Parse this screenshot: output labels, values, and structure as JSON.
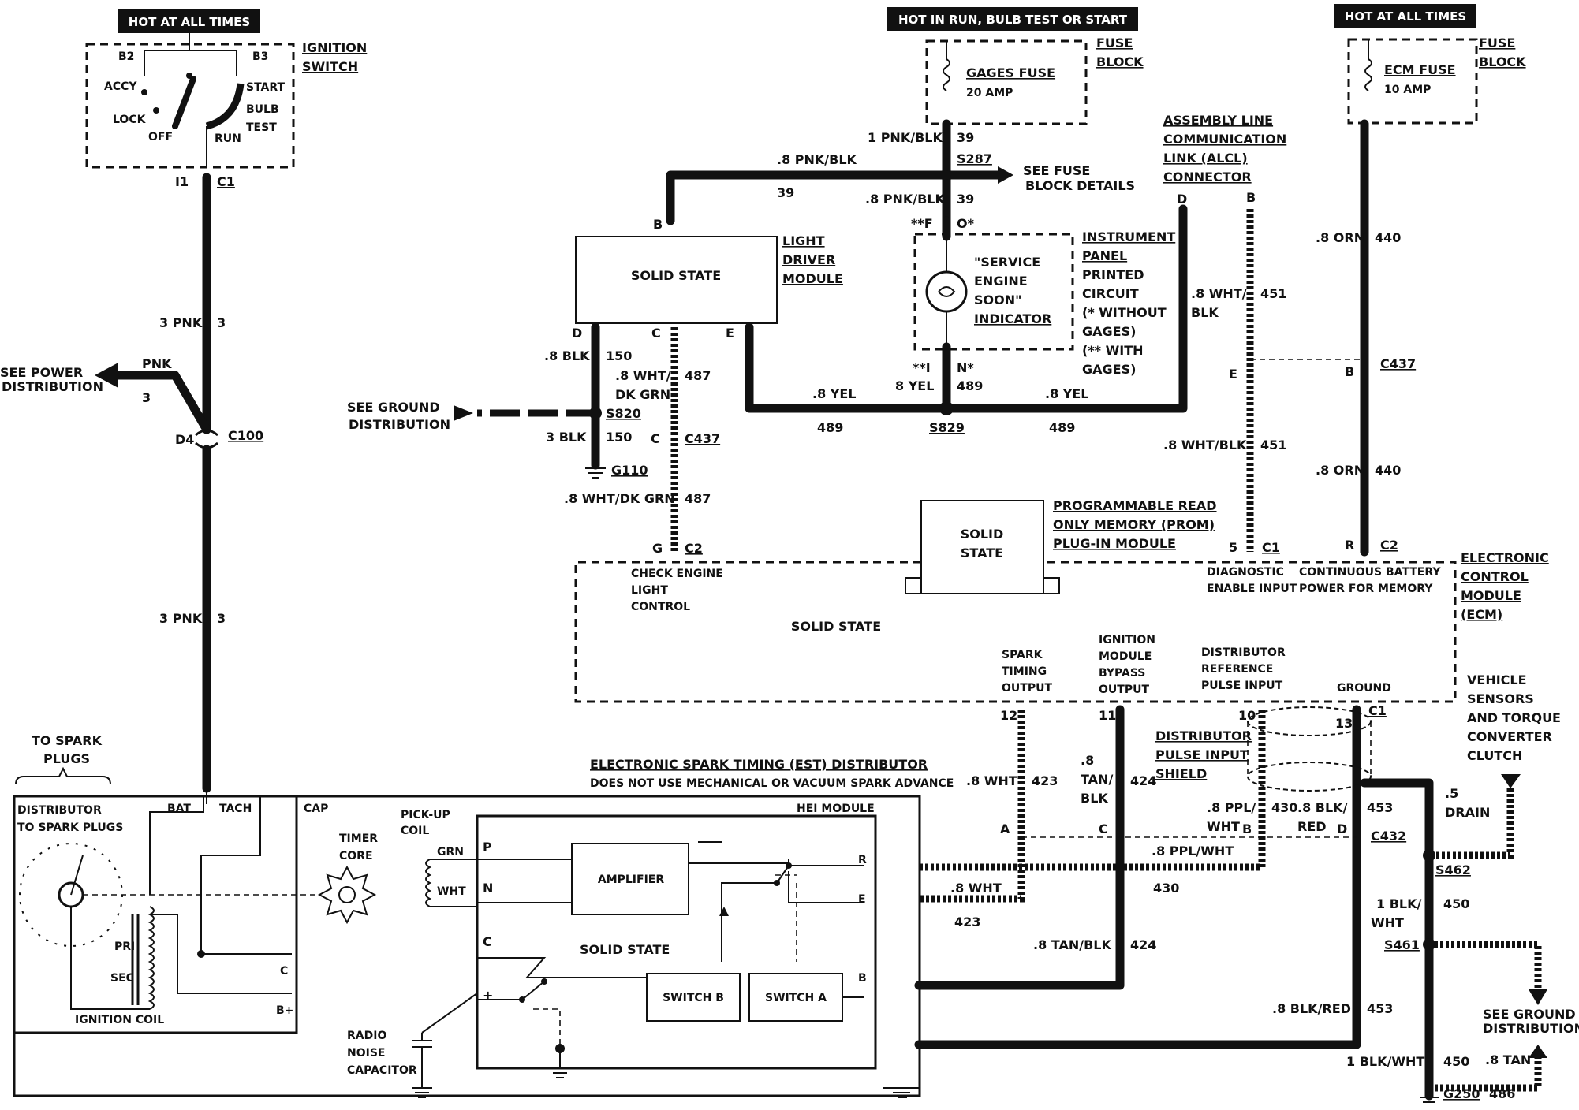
{
  "banners": {
    "hot_left": "HOT AT ALL TIMES",
    "hot_run": "HOT IN RUN, BULB TEST OR START",
    "hot_right": "HOT AT ALL TIMES"
  },
  "ignition_switch": {
    "title_1": "IGNITION",
    "title_2": "SWITCH",
    "b2": "B2",
    "b3": "B3",
    "accy": "ACCY",
    "lock": "LOCK",
    "off": "OFF",
    "run": "RUN",
    "start": "START",
    "bulb": "BULB",
    "test": "TEST",
    "pin_i1": "I1",
    "conn_c1": "C1"
  },
  "fuses": {
    "gages_name": "GAGES FUSE",
    "gages_amp": "20 AMP",
    "ecm_name": "ECM FUSE",
    "ecm_amp": "10 AMP",
    "block_1": "FUSE",
    "block_2": "BLOCK"
  },
  "wires": {
    "pnk3_a": "3 PNK",
    "num3_a": "3",
    "pnk": "PNK",
    "num3_b": "3",
    "see_power_1": "SEE POWER",
    "see_power_2": "DISTRIBUTION",
    "d4": "D4",
    "c100": "C100",
    "pnk3_b": "3 PNK",
    "num3_c": "3",
    "pnkblk_1": "1 PNK/BLK",
    "n39_a": "39",
    "s287": "S287",
    "see_fuse_1": "SEE FUSE",
    "see_fuse_2": "BLOCK DETAILS",
    "pnkblk_8a": ".8 PNK/BLK",
    "n39_b": "39",
    "pnkblk_8b": ".8 PNK/BLK",
    "n39_c": "39",
    "f_pin": "**F",
    "o_pin": "O*",
    "i_pin": "**I",
    "n_pin": "N*",
    "yel8_a": "8 YEL",
    "n489_a": "489",
    "s829": "S829",
    "yel_b": ".8 YEL",
    "n489_b": "489",
    "yel_c": ".8 YEL",
    "n489_c": "489",
    "blk8": ".8 BLK",
    "n150_a": "150",
    "see_ground_1": "SEE GROUND",
    "see_ground_2": "DISTRIBUTION",
    "s820": "S820",
    "blk3": "3 BLK",
    "n150_b": "150",
    "g110": "G110",
    "whtdk_1": ".8 WHT/",
    "whtdk_2": "DK GRN",
    "n487_a": "487",
    "c_pin_a": "C",
    "c437_a": "C437",
    "whtdk_full": ".8 WHT/DK GRN",
    "n487_b": "487",
    "g_pin": "G",
    "c2_a": "C2",
    "pin_b_ldm": "B",
    "pin_d_ldm": "D",
    "pin_c_ldm": "C",
    "pin_e_ldm": "E",
    "aldl_pin_d": "D",
    "aldl_pin_b": "B",
    "whtblk_1": ".8 WHT/",
    "whtblk_2": "BLK",
    "n451_a": "451",
    "e_pin_aldl": "E",
    "whtblk_full": ".8 WHT/BLK",
    "n451_b": "451",
    "pin5": "5",
    "c1_ecm_a": "C1",
    "orn_a": ".8 ORN",
    "n440_a": "440",
    "b_pin_ecm": "B",
    "c437_b": "C437",
    "orn_b": ".8 ORN",
    "n440_b": "440",
    "r_pin": "R",
    "c2_b": "C2",
    "pin12": "12",
    "pin11": "11",
    "pin10": "10",
    "pin13": "13",
    "c1_ecm_b": "C1",
    "wht_a": ".8 WHT",
    "n423_a": "423",
    "tan_1": ".8",
    "tan_2": "TAN/",
    "tan_3": "BLK",
    "n424_a": "424",
    "ppl_1": ".8 PPL/",
    "ppl_2": "WHT",
    "n430_a": "430",
    "blkred_1": ".8 BLK/",
    "blkred_2": "RED",
    "n453_a": "453",
    "pin_a": "A",
    "pin_c2": "C",
    "pin_b2": "B",
    "pin_d2": "D",
    "c432": "C432",
    "pplwht": ".8 PPL/WHT",
    "n430_b": "430",
    "wht_b": ".8 WHT",
    "n423_b": "423",
    "tanblk": ".8 TAN/BLK",
    "n424_b": "424",
    "blkred": ".8 BLK/RED",
    "n453_b": "453",
    "drain_1": ".5",
    "drain_2": "DRAIN",
    "s462": "S462",
    "blkwht_1a": "1 BLK/",
    "blkwht_1b": "WHT",
    "n450_a": "450",
    "s461": "S461",
    "see_ground_b1": "SEE GROUND",
    "see_ground_b2": "DISTRIBUTION",
    "blkwht_full": "1 BLK/WHT",
    "n450_b": "450",
    "tan8": ".8 TAN",
    "g250": "G250",
    "n486": "486"
  },
  "ldm": {
    "body": "SOLID STATE",
    "title_1": "LIGHT",
    "title_2": "DRIVER",
    "title_3": "MODULE"
  },
  "indicator": {
    "line1": "\"SERVICE",
    "line2": "ENGINE",
    "line3": "SOON\"",
    "line4": "INDICATOR",
    "panel_1": "INSTRUMENT",
    "panel_2": "PANEL",
    "panel_3": "PRINTED",
    "panel_4": "CIRCUIT",
    "panel_5": "(* WITHOUT",
    "panel_6": "GAGES)",
    "panel_7": "(** WITH",
    "panel_8": "GAGES)"
  },
  "aldl": {
    "t1": "ASSEMBLY LINE",
    "t2": "COMMUNICATION",
    "t3": "LINK (ALCL)",
    "t4": "CONNECTOR"
  },
  "prom": {
    "body_1": "SOLID",
    "body_2": "STATE",
    "t1": "PROGRAMMABLE READ",
    "t2": "ONLY MEMORY (PROM)",
    "t3": "PLUG-IN MODULE"
  },
  "ecm": {
    "body": "SOLID STATE",
    "title_1": "ELECTRONIC",
    "title_2": "CONTROL",
    "title_3": "MODULE",
    "title_4": "(ECM)",
    "check_1": "CHECK ENGINE",
    "check_2": "LIGHT",
    "check_3": "CONTROL",
    "diag_1": "DIAGNOSTIC",
    "diag_2": "ENABLE INPUT",
    "cont_1": "CONTINUOUS BATTERY",
    "cont_2": "POWER FOR MEMORY",
    "spark_1": "SPARK",
    "spark_2": "TIMING",
    "spark_3": "OUTPUT",
    "ign_1": "IGNITION",
    "ign_2": "MODULE",
    "ign_3": "BYPASS",
    "ign_4": "OUTPUT",
    "dist_1": "DISTRIBUTOR",
    "dist_2": "REFERENCE",
    "dist_3": "PULSE INPUT",
    "ground": "GROUND",
    "vs_1": "VEHICLE",
    "vs_2": "SENSORS",
    "vs_3": "AND TORQUE",
    "vs_4": "CONVERTER",
    "vs_5": "CLUTCH",
    "shield_1": "DISTRIBUTOR",
    "shield_2": "PULSE INPUT",
    "shield_3": "SHIELD"
  },
  "distributor": {
    "spark_plugs_1": "TO SPARK",
    "spark_plugs_2": "PLUGS",
    "est_title": "ELECTRONIC SPARK TIMING (EST) DISTRIBUTOR",
    "est_sub": "DOES NOT USE MECHANICAL OR VACUUM SPARK ADVANCE",
    "dist_1": "DISTRIBUTOR",
    "dist_2": "TO SPARK PLUGS",
    "bat": "BAT",
    "tach": "TACH",
    "cap": "CAP",
    "pri": "PRI",
    "sec": "SEC",
    "c": "C",
    "bplus": "B+",
    "coil": "IGNITION COIL",
    "pickup_1": "PICK-UP",
    "pickup_2": "COIL",
    "timer_1": "TIMER",
    "timer_2": "CORE",
    "grn": "GRN",
    "wht": "WHT",
    "radio_1": "RADIO",
    "radio_2": "NOISE",
    "radio_3": "CAPACITOR",
    "hei": "HEI MODULE",
    "p": "P",
    "n": "N",
    "c2": "C",
    "plus": "+",
    "amplifier": "AMPLIFIER",
    "solid": "SOLID STATE",
    "switch_b": "SWITCH B",
    "switch_a": "SWITCH A",
    "r": "R",
    "e": "E",
    "b": "B"
  }
}
